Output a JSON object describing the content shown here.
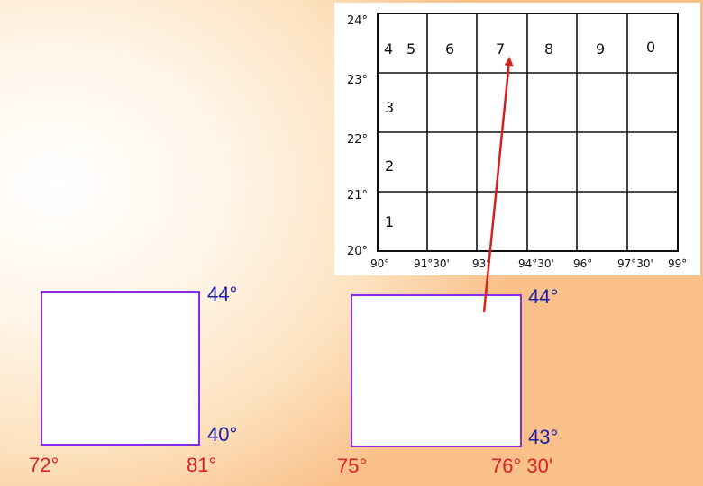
{
  "index_map": {
    "lat_labels": [
      "24°",
      "23°",
      "22°",
      "21°",
      "20°"
    ],
    "lon_labels": [
      "90°",
      "91°30'",
      "93°",
      "94°30'",
      "96°",
      "97°30'",
      "99°"
    ],
    "cells": [
      "4",
      "5",
      "6",
      "7",
      "8",
      "9",
      "0",
      "3",
      "2",
      "1"
    ],
    "arrow_color": "#d42020"
  },
  "left_box": {
    "top_lat": "44°",
    "bottom_lat": "40°",
    "left_lon": "72°",
    "right_lon": "81°"
  },
  "right_box": {
    "top_lat": "44°",
    "bottom_lat": "43°",
    "left_lon": "75°",
    "right_lon": "76° 30'"
  },
  "colors": {
    "latitude_text": "#1a1fa8",
    "longitude_text": "#e0202a",
    "box_border": "#8a2be2"
  }
}
